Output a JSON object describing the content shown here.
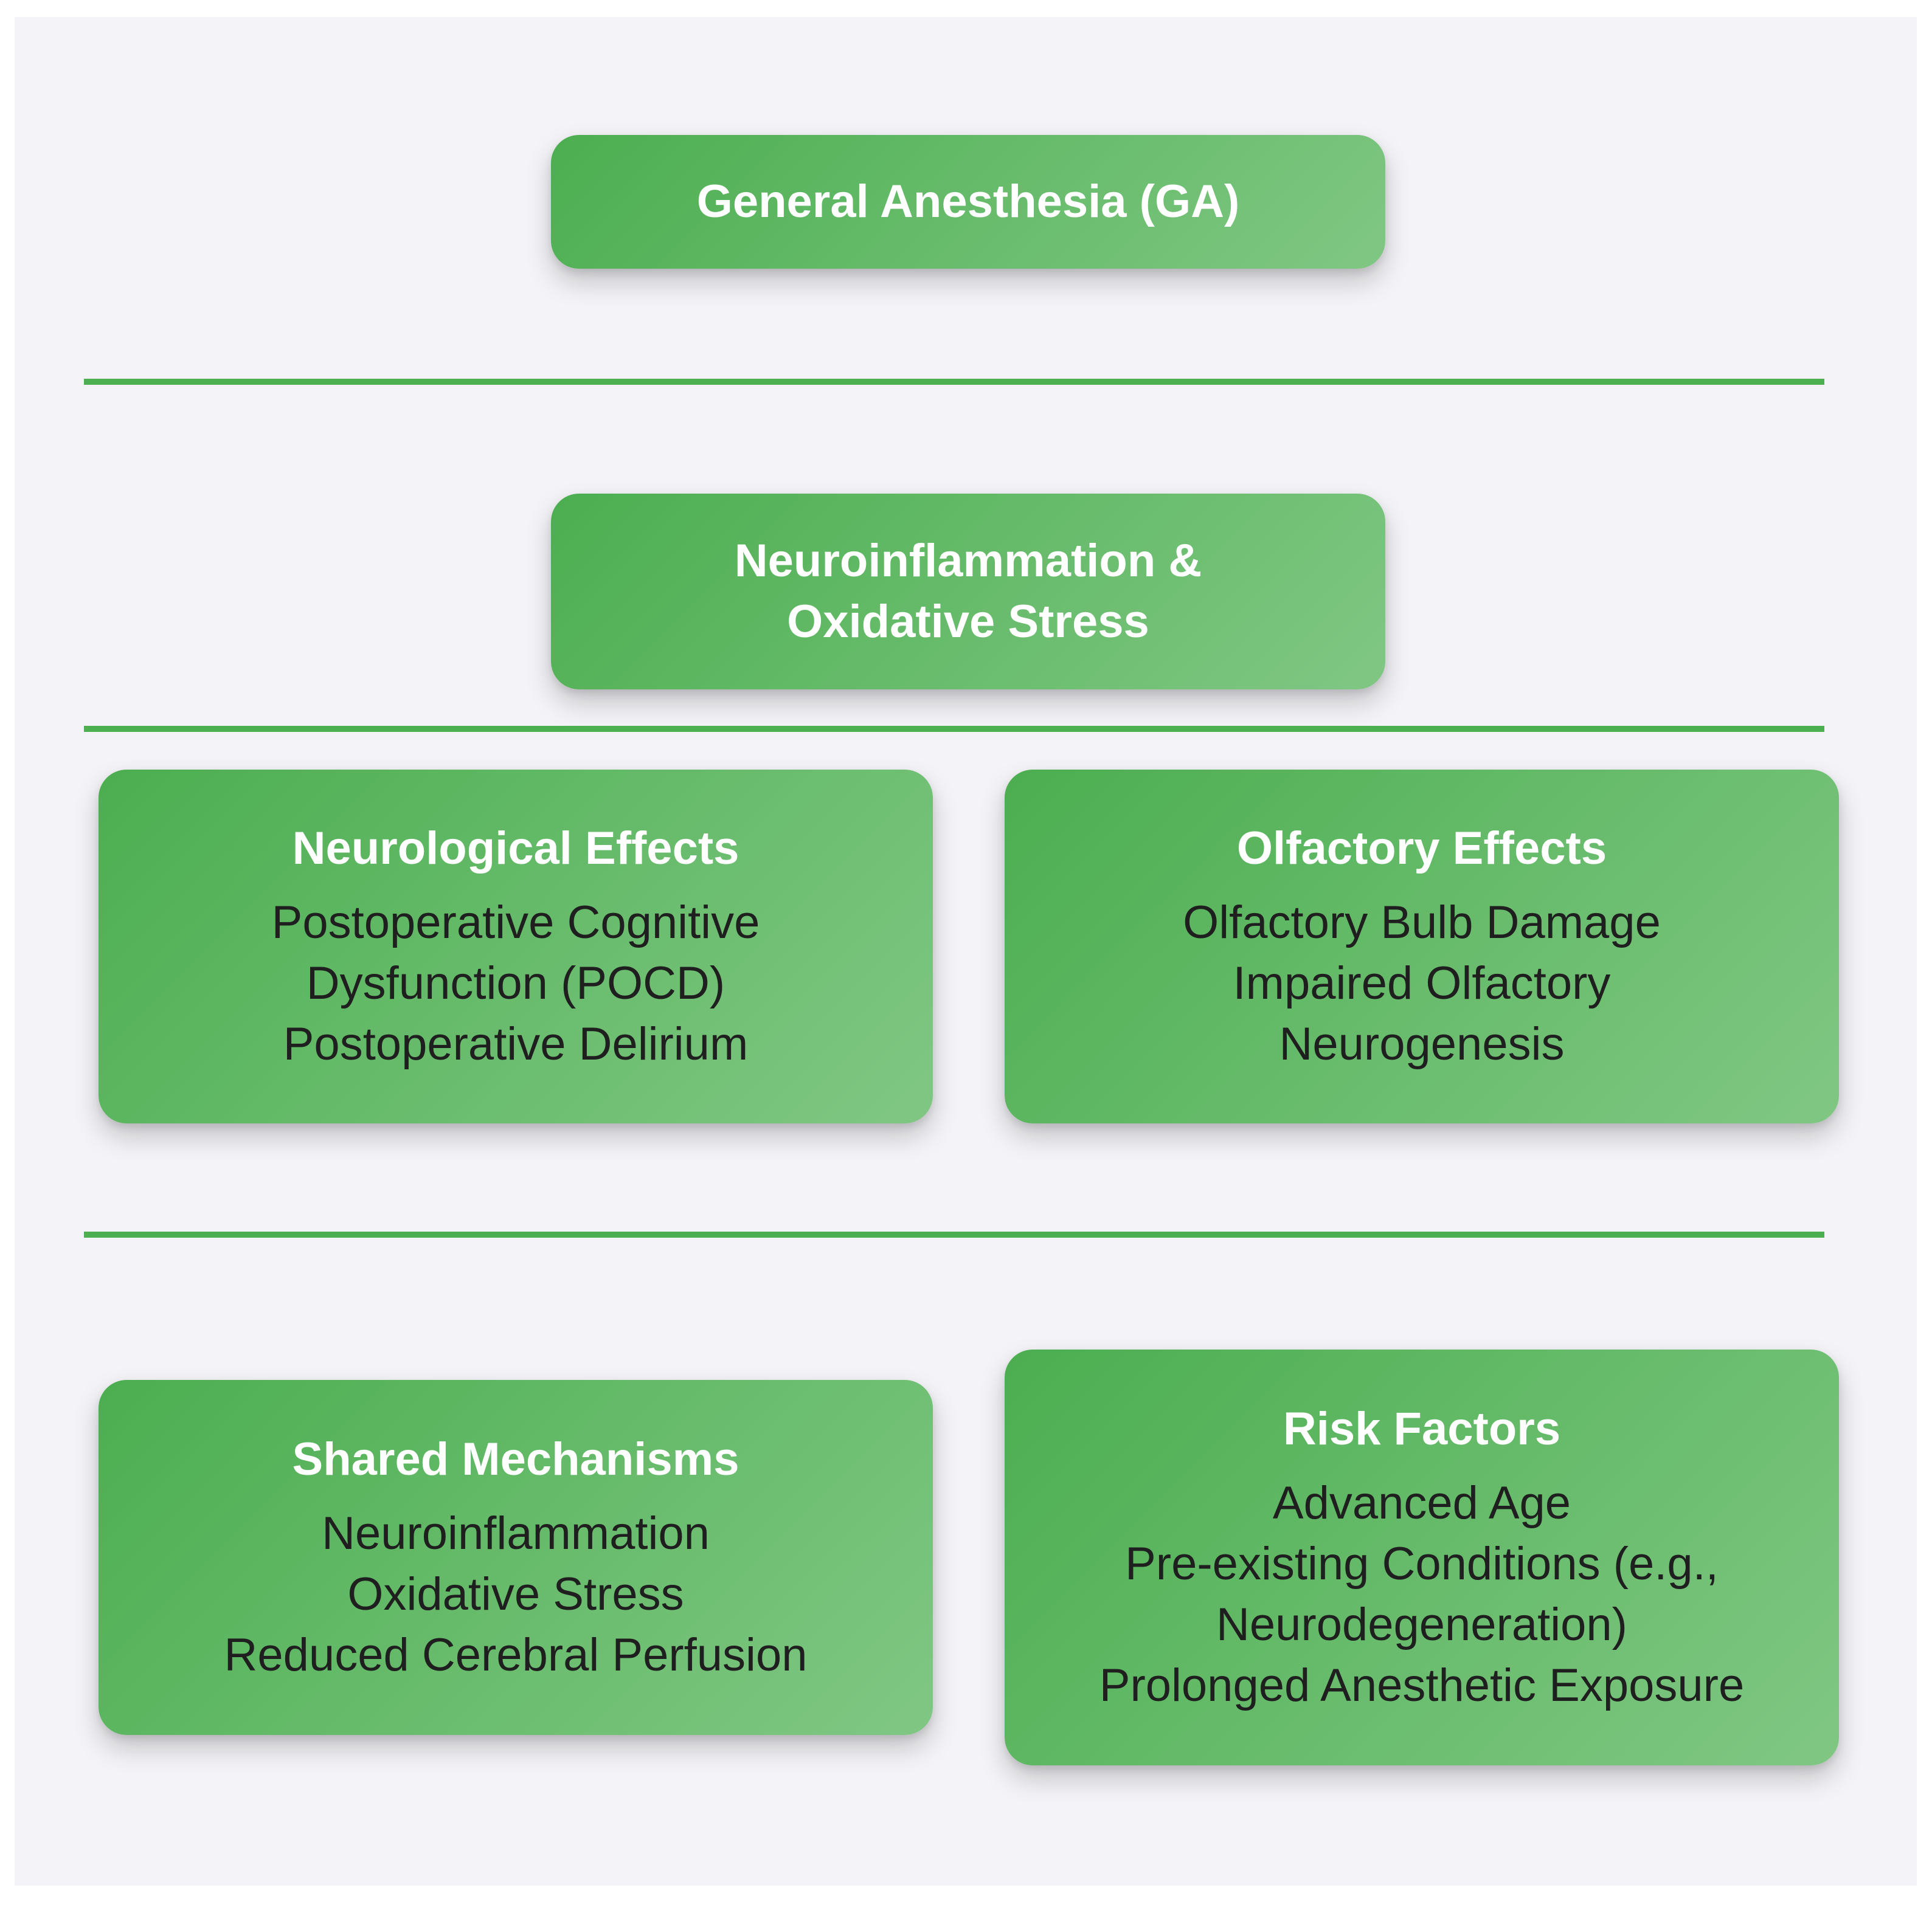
{
  "diagram": {
    "top_node": {
      "title": "General Anesthesia (GA)"
    },
    "mid_node": {
      "title_lines": [
        "Neuroinflammation &",
        "Oxidative Stress"
      ]
    },
    "neurological_effects": {
      "title": "Neurological Effects",
      "items": [
        "Postoperative Cognitive",
        "Dysfunction (POCD)",
        "Postoperative Delirium"
      ]
    },
    "olfactory_effects": {
      "title": "Olfactory Effects",
      "items": [
        "Olfactory Bulb Damage",
        "Impaired Olfactory",
        "Neurogenesis"
      ]
    },
    "shared_mechanisms": {
      "title": "Shared Mechanisms",
      "items": [
        "Neuroinflammation",
        "Oxidative Stress",
        "Reduced Cerebral Perfusion"
      ]
    },
    "risk_factors": {
      "title": "Risk Factors",
      "items": [
        "Advanced Age",
        "Pre-existing Conditions (e.g.,",
        "Neurodegeneration)",
        "Prolonged Anesthetic Exposure"
      ]
    },
    "colors": {
      "box_gradient_start": "#4cae50",
      "box_gradient_end": "#80c784",
      "divider": "#4caf50",
      "background": "#f4f4f8",
      "title_text": "#ffffff",
      "body_text": "#1f1f1f"
    }
  }
}
